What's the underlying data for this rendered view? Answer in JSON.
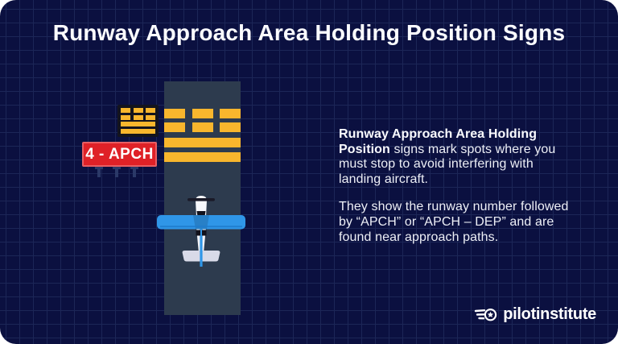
{
  "theme": {
    "bg": "#0B1040",
    "grid": "#1C2657",
    "runway": "#2D3B4E",
    "yellow": "#F8B62D",
    "red": "#DF2127",
    "sign_black": "#14141D",
    "post": "#2B3968",
    "plane_blue": "#2F96E8",
    "text": "#EDEFF6"
  },
  "header": {
    "title": "Runway Approach Area Holding Position Signs"
  },
  "diagram": {
    "apch_sign_label": "4 - APCH"
  },
  "description": {
    "lead_bold": "Runway Approach Area Holding Position",
    "paragraph1_rest": " signs mark spots where you must stop to avoid interfering with landing aircraft.",
    "paragraph2": "They show the runway number followed by “APCH” or “APCH – DEP” and are found near approach paths."
  },
  "footer": {
    "brand_name": "pilotinstitute"
  }
}
